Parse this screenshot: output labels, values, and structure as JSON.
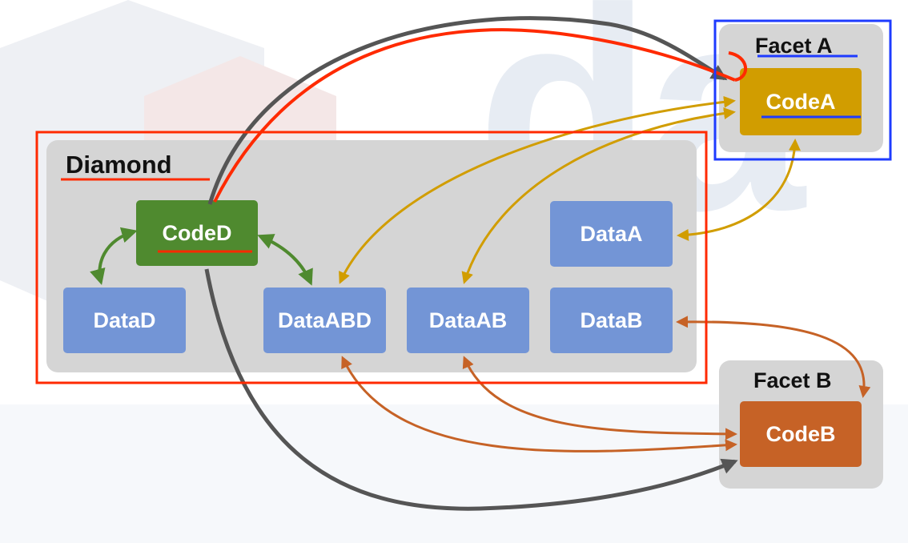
{
  "diamond": {
    "title": "Diamond",
    "code": "CodeD",
    "data": [
      "DataD",
      "DataABD",
      "DataAB",
      "DataA",
      "DataB"
    ]
  },
  "facet_a": {
    "title": "Facet A",
    "code": "CodeA"
  },
  "facet_b": {
    "title": "Facet B",
    "code": "CodeB"
  },
  "colors": {
    "code_d": "#4f8a2f",
    "code_a": "#d19d00",
    "code_b": "#c66226",
    "data": "#7395d6",
    "panel": "#d5d5d5",
    "highlight_red": "#ff2a00",
    "highlight_blue": "#1e3bff",
    "arrow_gray": "#555555"
  }
}
